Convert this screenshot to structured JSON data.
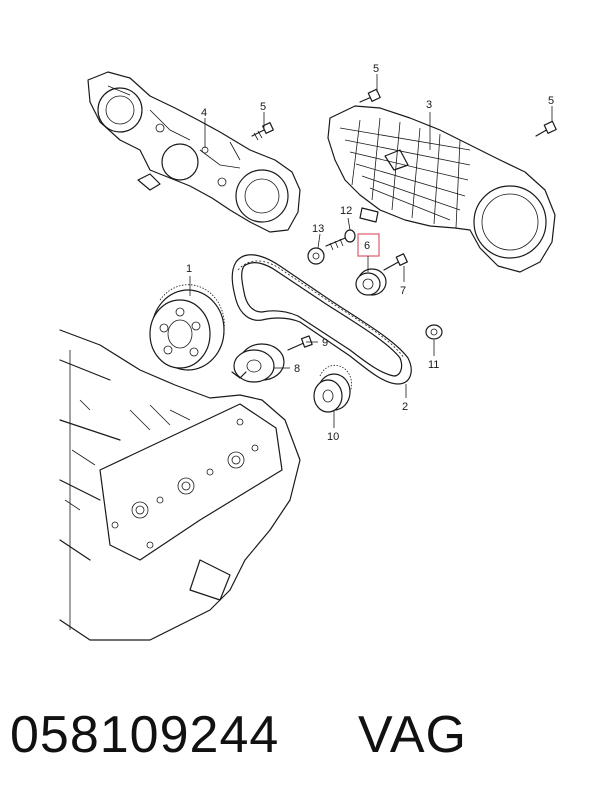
{
  "callouts": {
    "c1": "1",
    "c2": "2",
    "c3": "3",
    "c4": "4",
    "c5a": "5",
    "c5b": "5",
    "c5c": "5",
    "c6": "6",
    "c7": "7",
    "c8": "8",
    "c9": "9",
    "c10": "10",
    "c11": "11",
    "c12": "12",
    "c13": "13"
  },
  "highlight_color": "#e05a6a",
  "footer": {
    "part_number": "058109244",
    "brand": "VAG"
  }
}
